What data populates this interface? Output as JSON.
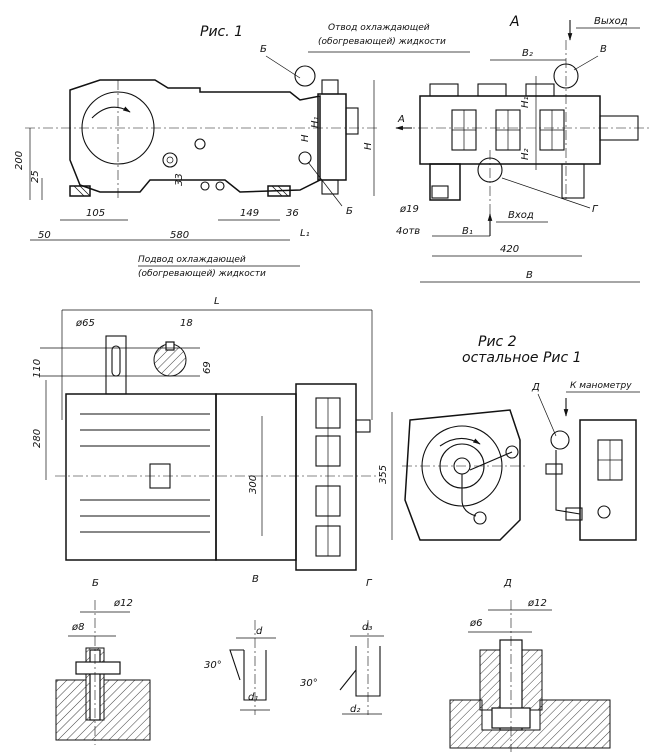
{
  "figure1": {
    "caption": "Рис. 1",
    "view_a_label": "А",
    "coolant_outlet_line1": "Отвод охлаждающей",
    "coolant_outlet_line2": "(обогревающей) жидкости",
    "coolant_inlet_line1": "Подвод охлаждающей",
    "coolant_inlet_line2": "(обогревающей) жидкости",
    "outlet_label": "Выход",
    "inlet_label": "Вход",
    "arrow_a_label": "А",
    "callout_b_top": "Б",
    "callout_b_bottom": "Б",
    "callout_v": "В",
    "callout_g": "Г",
    "dim_200": "200",
    "dim_25": "25",
    "dim_105": "105",
    "dim_50": "50",
    "dim_580": "580",
    "dim_33": "33",
    "dim_149": "149",
    "dim_36": "36",
    "dim_L1": "L₁",
    "dim_H": "H",
    "dim_H_sub": "H",
    "dim_H1": "H₁",
    "dim_B2": "B₂",
    "dim_H1_right": "H₁",
    "dim_H2": "H₂",
    "dim_B1": "B₁",
    "dim_420": "420",
    "dim_B": "B",
    "dim_phi19": "ø19",
    "dim_4holes": "4отв"
  },
  "plan_view": {
    "dim_L": "L",
    "dim_phi65": "ø65",
    "dim_18": "18",
    "dim_69": "69",
    "dim_110": "110",
    "dim_280": "280",
    "dim_300": "300",
    "callout_v": "В"
  },
  "figure2": {
    "caption_line1": "Рис 2",
    "caption_line2": "остальное Рис 1",
    "callout_d": "Д",
    "to_gauge_label": "К манометру",
    "dim_355": "355"
  },
  "details": {
    "b": {
      "title": "Б",
      "dim_phi12": "ø12",
      "dim_phi8": "ø8"
    },
    "v": {
      "title": "В",
      "dim_d": "d",
      "dim_d1": "d₁",
      "dim_angle": "30°"
    },
    "g": {
      "title": "Г",
      "dim_d3": "d₃",
      "dim_d2": "d₂",
      "dim_angle": "30°"
    },
    "d": {
      "title": "Д",
      "dim_phi12": "ø12",
      "dim_phi6": "ø6"
    }
  }
}
